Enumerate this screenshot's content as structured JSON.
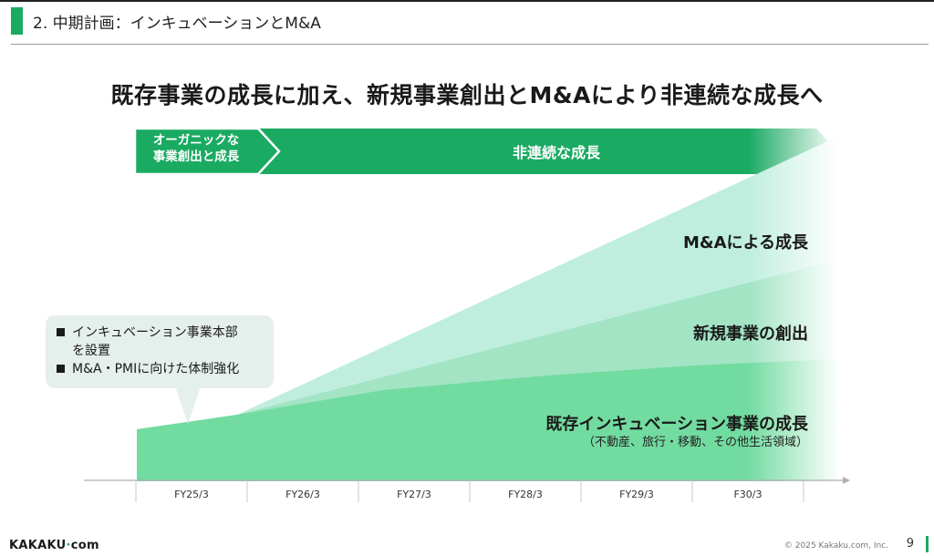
{
  "header": {
    "title": "2. 中期計画：インキュベーションとM&A"
  },
  "headline": "既存事業の成長に加え、新規事業創出とM&Aにより非連続な成長へ",
  "ribbon": {
    "organic_line1": "オーガニックな",
    "organic_line2": "事業創出と成長",
    "discontinuous": "非連続な成長"
  },
  "bands": {
    "ma": "M&Aによる成長",
    "new_business": "新規事業の創出",
    "existing": "既存インキュベーション事業の成長",
    "existing_sub": "（不動産、旅行・移動、その他生活領域）"
  },
  "callout": {
    "item1_line1": "インキュベーション事業本部",
    "item1_line2": "を設置",
    "item2": "M&A・PMIに向けた体制強化"
  },
  "timeline": [
    "FY25/3",
    "FY26/3",
    "FY27/3",
    "FY28/3",
    "FY29/3",
    "F30/3"
  ],
  "footer": {
    "logo_main": "KAKAKU",
    "logo_dot": "·",
    "logo_suffix": "com",
    "copyright": "© 2025 Kakaku.com, Inc.",
    "page": "9"
  },
  "colors": {
    "accent": "#1aaa62",
    "ribbon": "#1aaa62",
    "band_existing": "#72dba0",
    "band_new": "#a2e4c4",
    "band_ma": "#bfeedf",
    "callout_bg": "#e5efeb"
  }
}
